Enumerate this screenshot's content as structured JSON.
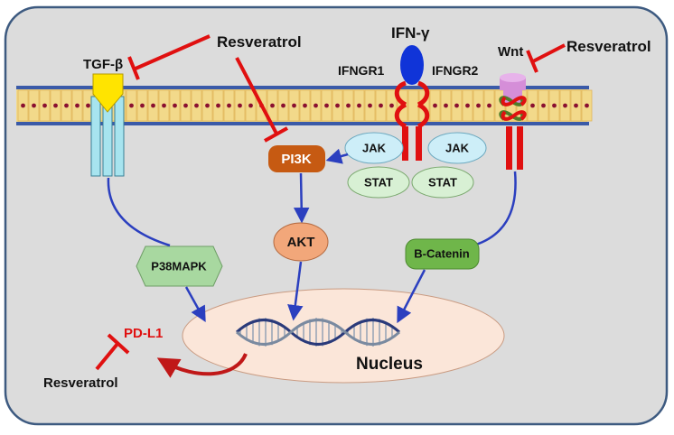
{
  "labels": {
    "tgf_beta": "TGF-β",
    "ifn_gamma": "IFN-γ",
    "ifngr1": "IFNGR1",
    "ifngr2": "IFNGR2",
    "wnt": "Wnt",
    "resveratrol_tgf": "Resveratrol",
    "resveratrol_pi3k": "Resveratrol",
    "resveratrol_wnt": "Resveratrol",
    "resveratrol_pdl1": "Resveratrol",
    "jak_left": "JAK",
    "jak_right": "JAK",
    "stat_left": "STAT",
    "stat_right": "STAT",
    "pi3k": "PI3K",
    "akt": "AKT",
    "p38mapk": "P38MAPK",
    "b_catenin": "B-Catenin",
    "pd_l1": "PD-L1",
    "nucleus": "Nucleus"
  },
  "colors": {
    "cell_bg": "#dcdcdc",
    "cell_border": "#3d5a80",
    "membrane_line": "#3a5aa8",
    "membrane_fill": "#f2d98a",
    "lipid_dot": "#8a1030",
    "inhibitor": "#e01010",
    "arrow_blue": "#2b3fbf",
    "tgf_receptor": "#a7e4ef",
    "tgf_ligand": "#ffe400",
    "ifn_ligand": "#1034d8",
    "receptor_red": "#e01010",
    "jak_fill": "#cdeef8",
    "stat_fill": "#d8f0d4",
    "pi3k_fill": "#c65a12",
    "akt_fill": "#f2a77a",
    "p38_fill": "#a8d8a0",
    "bcat_fill": "#6fb64a",
    "nucleus_fill": "#fbe6d9",
    "wnt_receptor": "#d58ed8",
    "wnt_coil": "#4f7d2a",
    "pdl1_text": "#e01010",
    "pdl1_arrow": "#c01818"
  }
}
